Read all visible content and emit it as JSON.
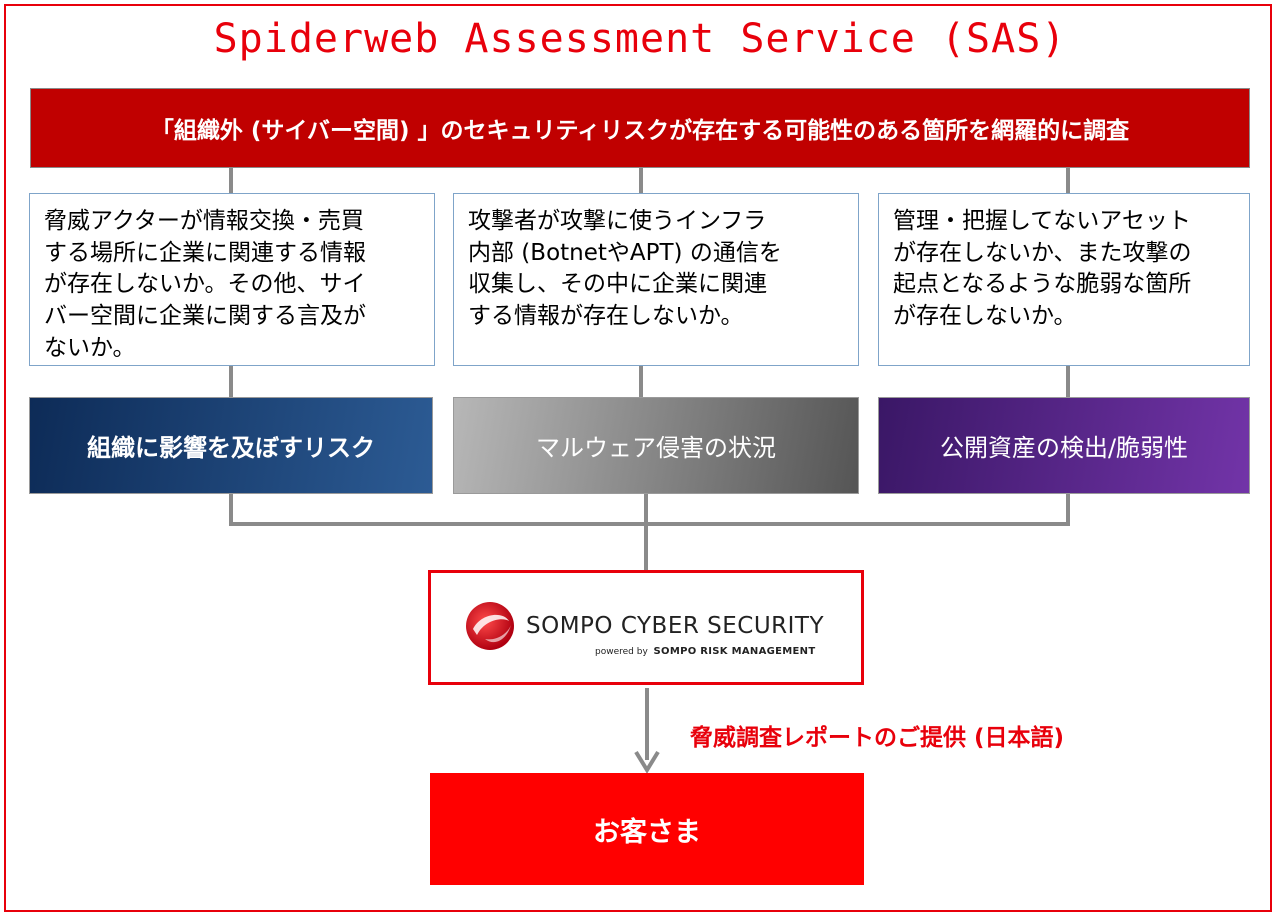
{
  "title": "Spiderweb Assessment Service (SAS)",
  "banner": "「組織外 (サイバー空間) 」のセキュリティリスクが存在する可能性のある箇所を網羅的に調査",
  "descriptions": [
    "脅威アクターが情報交換・売買\nする場所に企業に関連する情報\nが存在しないか。その他、サイ\nバー空間に企業に関する言及が\nないか。",
    "攻撃者が攻撃に使うインフラ\n内部 (BotnetやAPT) の通信を\n収集し、その中に企業に関連\nする情報が存在しないか。",
    "管理・把握してないアセット\nが存在しないか、また攻撃の\n起点となるような脆弱な箇所\nが存在しないか。"
  ],
  "categories": [
    "組織に影響を及ぼすリスク",
    "マルウェア侵害の状況",
    "公開資産の検出/脆弱性"
  ],
  "provider": {
    "name": "SOMPO CYBER SECURITY",
    "powered_prefix": "powered by",
    "powered_name": "SOMPO RISK MANAGEMENT"
  },
  "report_label": "脅威調査レポートのご提供 (日本語)",
  "customer_label": "お客さま",
  "colors": {
    "accent_red": "#e8000b",
    "banner_red": "#c00000",
    "navy": "#1b3f70",
    "gray": "#8a8a8a",
    "purple": "#5a2690"
  }
}
